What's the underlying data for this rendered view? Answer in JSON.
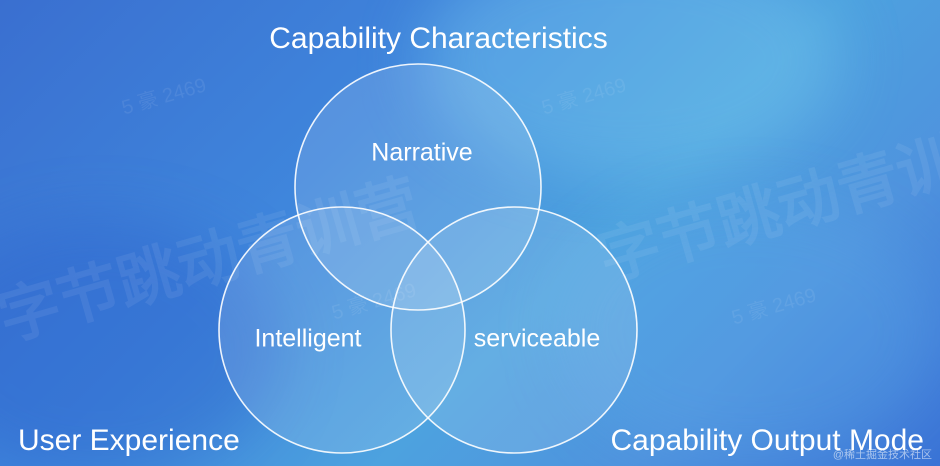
{
  "slide": {
    "title": "Capability Characteristics",
    "bottom_left_label": "User Experience",
    "bottom_right_label": "Capability Output Mode",
    "credit": "@稀土掘金技术社区",
    "watermark_text": "字节跳动青训营",
    "watermark_id": "5 豪 2469"
  },
  "venn": {
    "circles": [
      {
        "name": "Narrative",
        "label": "Narrative"
      },
      {
        "name": "Intelligent",
        "label": "Intelligent"
      },
      {
        "name": "serviceable",
        "label": "serviceable"
      }
    ]
  },
  "colors": {
    "background_start": "#3a6fd0",
    "background_mid": "#4da2df",
    "background_end": "#3a73d6",
    "circle_stroke": "#ffffff",
    "text": "#ffffff"
  }
}
